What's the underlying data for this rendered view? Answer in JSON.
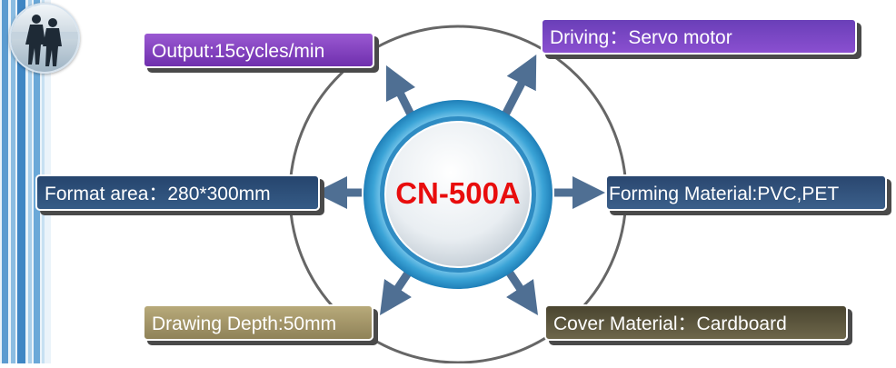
{
  "center": {
    "label": "CN-500A"
  },
  "specs": {
    "output": "Output:15cycles/min",
    "driving": "Driving：Servo motor",
    "format": "Format area：280*300mm",
    "forming": "Forming Material:PVC,PET",
    "drawing": "Drawing Depth:50mm",
    "cover": "Cover Material：Cardboard"
  },
  "colors": {
    "output": "#8a48c8",
    "driving": "#7a49c6",
    "format": "#2e5078",
    "forming": "#335680",
    "drawing": "#a99c6c",
    "cover": "#5c573c",
    "center_text": "#e80d0d",
    "ring": "#3aa3d6",
    "arrow": "#4f6f93"
  },
  "icons": [
    "business-people-logo-icon"
  ]
}
